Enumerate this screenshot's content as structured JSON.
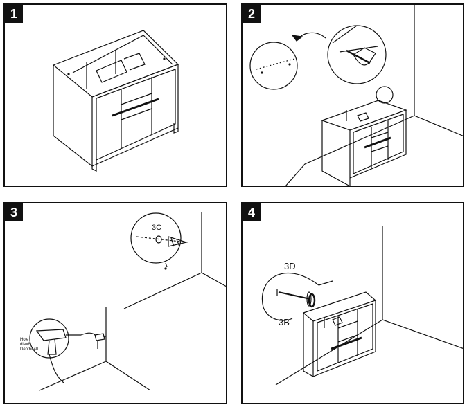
{
  "steps": [
    {
      "number": "1"
    },
    {
      "number": "2"
    },
    {
      "number": "3",
      "callout": "3C",
      "drill_note": {
        "line1": "Hole",
        "line2": "dia=8",
        "line3": "Depth=40"
      }
    },
    {
      "number": "4",
      "callout_top": "3D",
      "callout_bottom": "3B"
    }
  ],
  "colors": {
    "ink": "#111111",
    "paper": "#ffffff"
  }
}
